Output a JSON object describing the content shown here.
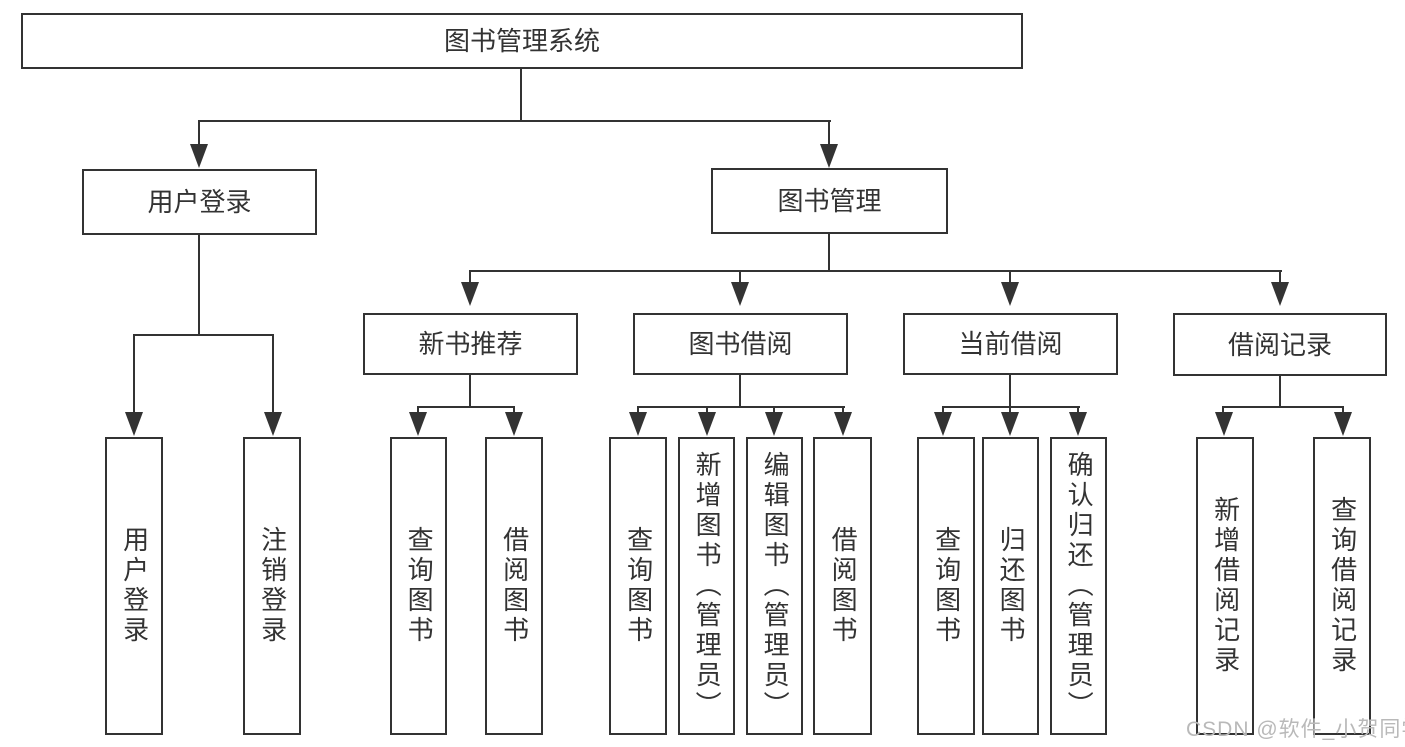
{
  "diagram": {
    "type": "hierarchy-tree",
    "title": "图书管理系统",
    "colors": {
      "line": "#333333",
      "box_background": "#ffffff",
      "page_background": "#ffffff",
      "watermark": "#b9b9b9"
    },
    "nodes": {
      "root": {
        "label": "图书管理系统"
      },
      "user_login": {
        "label": "用户登录"
      },
      "book_mgmt": {
        "label": "图书管理"
      },
      "new_book_rec": {
        "label": "新书推荐"
      },
      "book_borrow": {
        "label": "图书借阅"
      },
      "current_borrow": {
        "label": "当前借阅"
      },
      "borrow_record": {
        "label": "借阅记录"
      },
      "ul_user_login": {
        "label": "用户登录"
      },
      "ul_logout": {
        "label": "注销登录"
      },
      "nbr_query_books": {
        "label": "查询图书"
      },
      "nbr_borrow_books": {
        "label": "借阅图书"
      },
      "bb_query_books": {
        "label": "查询图书"
      },
      "bb_add_books": {
        "label": "新增图书（管理员）"
      },
      "bb_edit_books": {
        "label": "编辑图书（管理员）"
      },
      "bb_borrow_books": {
        "label": "借阅图书"
      },
      "cb_query_books": {
        "label": "查询图书"
      },
      "cb_return_books": {
        "label": "归还图书"
      },
      "cb_confirm_return": {
        "label": "确认归还（管理员）"
      },
      "br_add_record": {
        "label": "新增借阅记录"
      },
      "br_query_record": {
        "label": "查询借阅记录"
      }
    },
    "hierarchy": {
      "图书管理系统": {
        "用户登录": [
          "用户登录",
          "注销登录"
        ],
        "图书管理": {
          "新书推荐": [
            "查询图书",
            "借阅图书"
          ],
          "图书借阅": [
            "查询图书",
            "新增图书（管理员）",
            "编辑图书（管理员）",
            "借阅图书"
          ],
          "当前借阅": [
            "查询图书",
            "归还图书",
            "确认归还（管理员）"
          ],
          "借阅记录": [
            "新增借阅记录",
            "查询借阅记录"
          ]
        }
      }
    },
    "watermark": {
      "text": "CSDN @软件_小贺同学"
    }
  }
}
